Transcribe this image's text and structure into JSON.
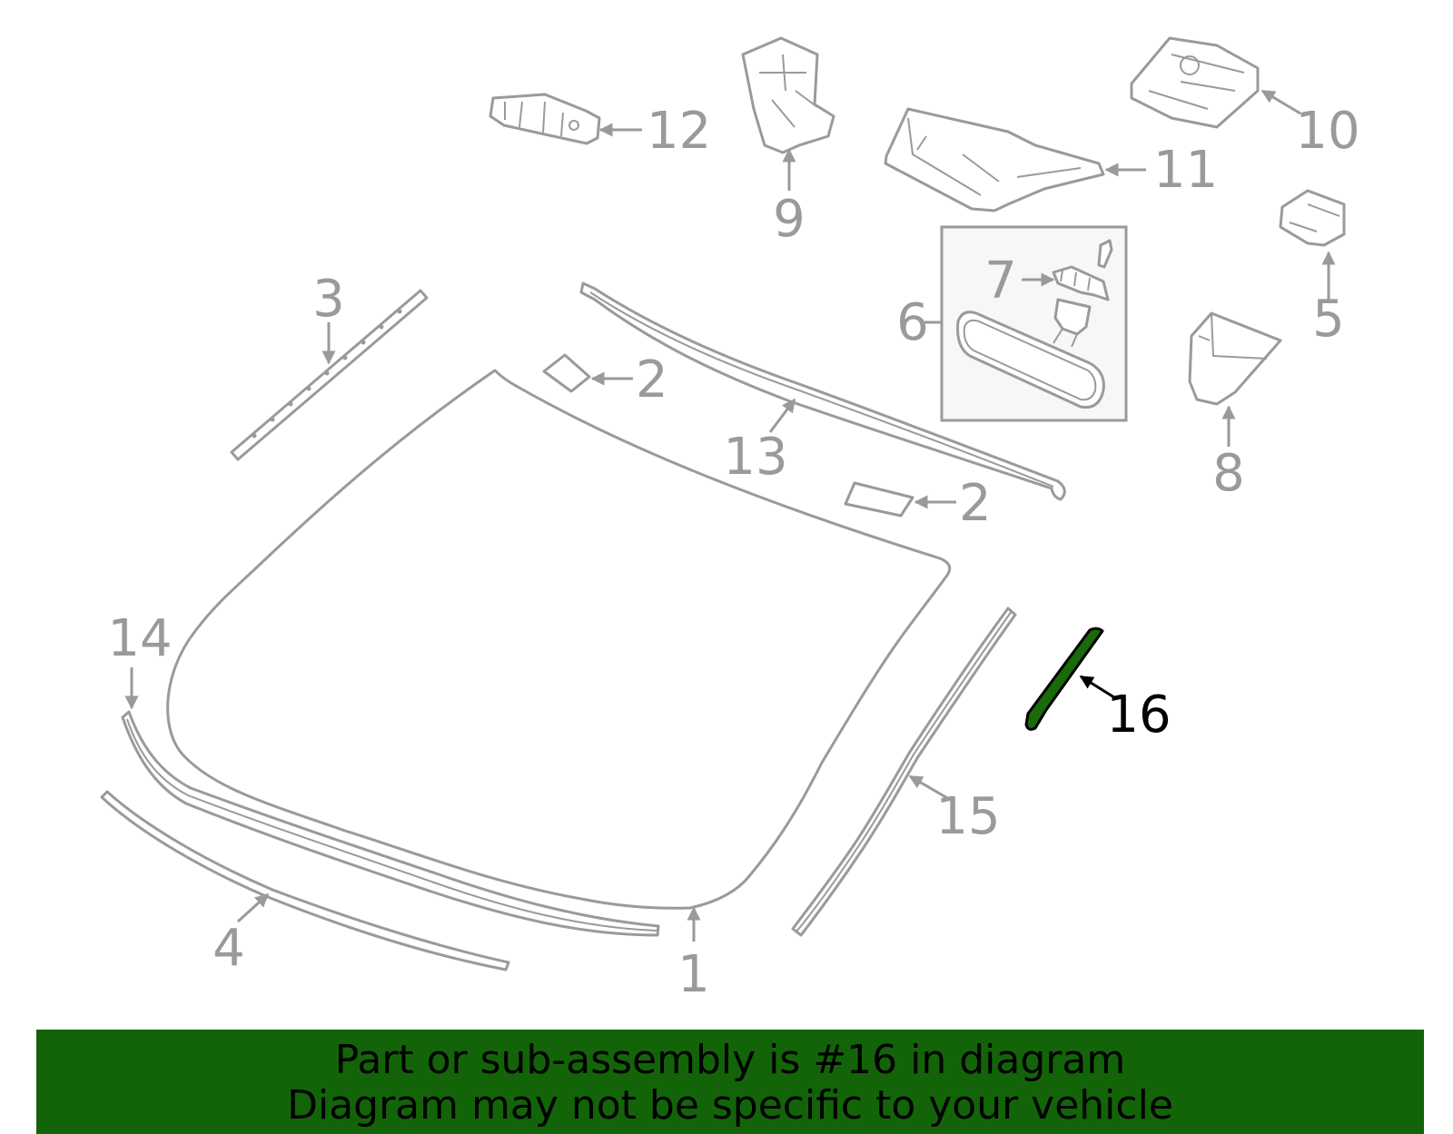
{
  "callouts": {
    "c1": "1",
    "c2a": "2",
    "c2b": "2",
    "c3": "3",
    "c4": "4",
    "c5": "5",
    "c6": "6",
    "c7": "7",
    "c8": "8",
    "c9": "9",
    "c10": "10",
    "c11": "11",
    "c12": "12",
    "c13": "13",
    "c14": "14",
    "c15": "15",
    "c16": "16"
  },
  "highlighted_callout": "16",
  "colors": {
    "highlight_fill": "#1a6a0a",
    "banner_bg": "#136409",
    "part_stroke": "#9a9a9a",
    "inset_bg": "#f7f7f7"
  },
  "banner": {
    "line1": "Part or sub-assembly is #16 in diagram",
    "line2": "Diagram may not be specific to your vehicle"
  }
}
